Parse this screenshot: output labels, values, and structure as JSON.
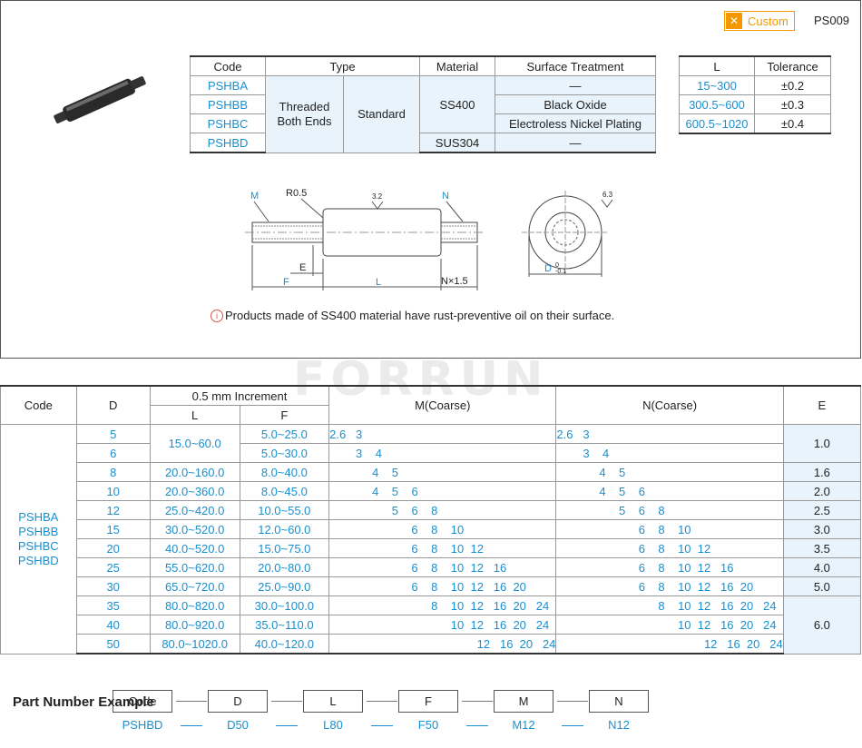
{
  "header": {
    "custom_label": "Custom",
    "product_code": "PS009"
  },
  "type_table": {
    "headers": {
      "code": "Code",
      "type": "Type",
      "material": "Material",
      "surface": "Surface Treatment"
    },
    "codes": [
      "PSHBA",
      "PSHBB",
      "PSHBC",
      "PSHBD"
    ],
    "type1": "Threaded Both Ends",
    "type2": "Standard",
    "material_ss400": "SS400",
    "material_sus304": "SUS304",
    "surface": [
      "—",
      "Black Oxide",
      "Electroless Nickel Plating",
      "—"
    ]
  },
  "tol_table": {
    "headers": {
      "l": "L",
      "tolerance": "Tolerance"
    },
    "rows": [
      {
        "l": "15~300",
        "tol": "±0.2"
      },
      {
        "l": "300.5~600",
        "tol": "±0.3"
      },
      {
        "l": "600.5~1020",
        "tol": "±0.4"
      }
    ]
  },
  "drawing": {
    "m": "M",
    "r": "R0.5",
    "rough1": "3.2",
    "n": "N",
    "e": "E",
    "f": "F",
    "l": "L",
    "n15": "N×1.5",
    "d": "D",
    "dtol_up": "0",
    "dtol_lo": "-0.1",
    "rough2": "6.3"
  },
  "note": "Products made of SS400 material have rust-preventive oil on their surface.",
  "watermark": "FORRUN",
  "spec_table": {
    "headers": {
      "code": "Code",
      "d": "D",
      "inc": "0.5 mm Increment",
      "l": "L",
      "f": "F",
      "m": "M(Coarse)",
      "n": "N(Coarse)",
      "e": "E"
    },
    "codes": "PSHBA\nPSHBB\nPSHBC\nPSHBD",
    "rows": [
      {
        "d": "5",
        "l": "15.0~60.0",
        "f": "5.0~25.0",
        "m": "2.6   3",
        "n": "2.6   3",
        "e": "1.0"
      },
      {
        "d": "6",
        "l": "",
        "f": "5.0~30.0",
        "m": "        3    4",
        "n": "        3    4",
        "e": ""
      },
      {
        "d": "8",
        "l": "20.0~160.0",
        "f": "8.0~40.0",
        "m": "             4    5",
        "n": "             4    5",
        "e": "1.6"
      },
      {
        "d": "10",
        "l": "20.0~360.0",
        "f": "8.0~45.0",
        "m": "             4    5    6",
        "n": "             4    5    6",
        "e": "2.0"
      },
      {
        "d": "12",
        "l": "25.0~420.0",
        "f": "10.0~55.0",
        "m": "                   5    6    8",
        "n": "                   5    6    8",
        "e": "2.5"
      },
      {
        "d": "15",
        "l": "30.0~520.0",
        "f": "12.0~60.0",
        "m": "                         6    8    10",
        "n": "                         6    8    10",
        "e": "3.0"
      },
      {
        "d": "20",
        "l": "40.0~520.0",
        "f": "15.0~75.0",
        "m": "                         6    8    10  12",
        "n": "                         6    8    10  12",
        "e": "3.5"
      },
      {
        "d": "25",
        "l": "55.0~620.0",
        "f": "20.0~80.0",
        "m": "                         6    8    10  12   16",
        "n": "                         6    8    10  12   16",
        "e": "4.0"
      },
      {
        "d": "30",
        "l": "65.0~720.0",
        "f": "25.0~90.0",
        "m": "                         6    8    10  12   16  20",
        "n": "                         6    8    10  12   16  20",
        "e": "5.0"
      },
      {
        "d": "35",
        "l": "80.0~820.0",
        "f": "30.0~100.0",
        "m": "                               8    10  12   16  20   24",
        "n": "                               8    10  12   16  20   24",
        "e": "6.0"
      },
      {
        "d": "40",
        "l": "80.0~920.0",
        "f": "35.0~110.0",
        "m": "                                     10  12   16  20   24",
        "n": "                                     10  12   16  20   24",
        "e": ""
      },
      {
        "d": "50",
        "l": "80.0~1020.0",
        "f": "40.0~120.0",
        "m": "                                             12   16  20   24",
        "n": "                                             12   16  20   24",
        "e": ""
      }
    ]
  },
  "part_number": {
    "title": "Part Number Example",
    "fields": [
      "Code",
      "D",
      "L",
      "F",
      "M",
      "N"
    ],
    "example": [
      "PSHBD",
      "D50",
      "L80",
      "F50",
      "M12",
      "N12"
    ]
  }
}
